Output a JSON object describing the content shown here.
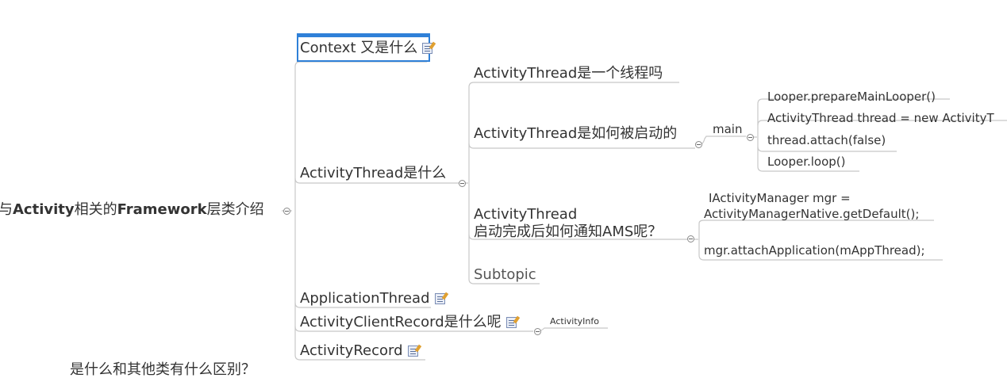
{
  "root": {
    "prefix": "与",
    "bold1": "Activity",
    "mid": "相关的",
    "bold2": "Framework",
    "suffix": "层类介绍"
  },
  "topics": {
    "context": "Context 又是什么",
    "activity_thread": "ActivityThread是什么",
    "application_thread": "ApplicationThread",
    "activity_client_record": "ActivityClientRecord是什么呢",
    "activity_record": "ActivityRecord"
  },
  "activity_thread_children": {
    "is_thread": "ActivityThread是一个线程吗",
    "how_started": "ActivityThread是如何被启动的",
    "notify_ams_line1": "ActivityThread",
    "notify_ams_line2": "启动完成后如何通知AMS呢？",
    "subtopic": "Subtopic"
  },
  "main_node": "main",
  "main_children": [
    "Looper.prepareMainLooper()",
    "ActivityThread thread = new ActivityT",
    "thread.attach(false)",
    "Looper.loop()"
  ],
  "ams_children": {
    "mgr_line1": "IActivityManager mgr =",
    "mgr_line2": "ActivityManagerNative.getDefault();",
    "attach": "mgr.attachApplication(mAppThread);"
  },
  "activity_info": "ActivityInfo",
  "bottom_partial": "是什么和其他类有什么区别？",
  "colors": {
    "selection": "#2f80d8",
    "line": "#c8c8c8",
    "text": "#333333"
  }
}
